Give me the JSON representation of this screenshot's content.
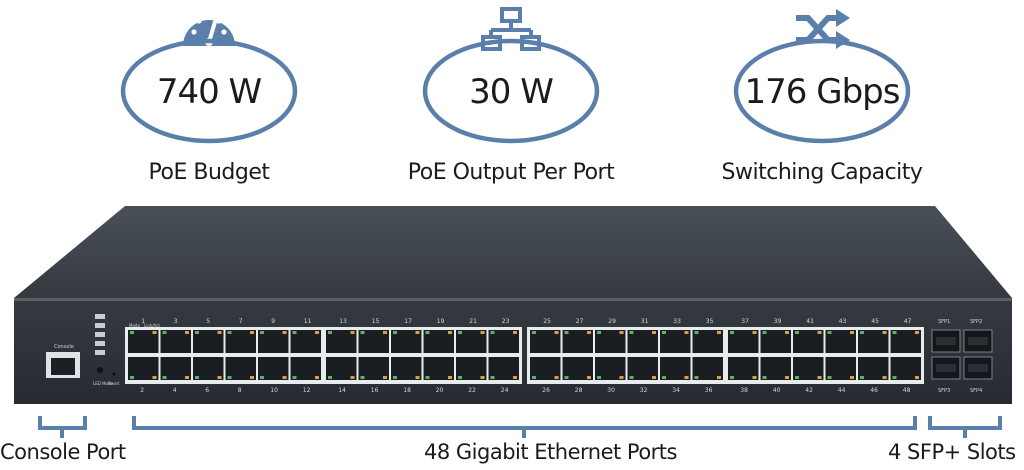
{
  "stats": [
    {
      "value": "740 W",
      "label": "PoE Budget",
      "icon": "gauge-icon"
    },
    {
      "value": "30 W",
      "label": "PoE Output Per Port",
      "icon": "network-icon"
    },
    {
      "value": "176 Gbps",
      "label": "Switching Capacity",
      "icon": "shuffle-icon"
    }
  ],
  "callouts": {
    "console": "Console Port",
    "ethernet": "48 Gigabit Ethernet Ports",
    "sfp": "4 SFP+ Slots"
  },
  "panel": {
    "console_label": "Console",
    "mode_label": "Mode",
    "link_label": "Link/Act",
    "led_mode_label": "LED Mode",
    "reset_label": "Reset",
    "top_ports": [
      "1",
      "3",
      "5",
      "7",
      "9",
      "11",
      "13",
      "15",
      "17",
      "19",
      "21",
      "23",
      "25",
      "27",
      "29",
      "31",
      "33",
      "35",
      "37",
      "39",
      "41",
      "43",
      "45",
      "47"
    ],
    "bottom_ports": [
      "2",
      "4",
      "6",
      "8",
      "10",
      "12",
      "14",
      "16",
      "18",
      "20",
      "22",
      "24",
      "26",
      "28",
      "30",
      "32",
      "34",
      "36",
      "38",
      "40",
      "42",
      "44",
      "46",
      "48"
    ],
    "sfp_labels": [
      "SFP1",
      "SFP2",
      "SFP3",
      "SFP4"
    ]
  },
  "colors": {
    "accent": "#5b7fab",
    "chassis_top": "#3a3f46",
    "chassis_front": "#2b3037",
    "port": "#e9ecef"
  }
}
